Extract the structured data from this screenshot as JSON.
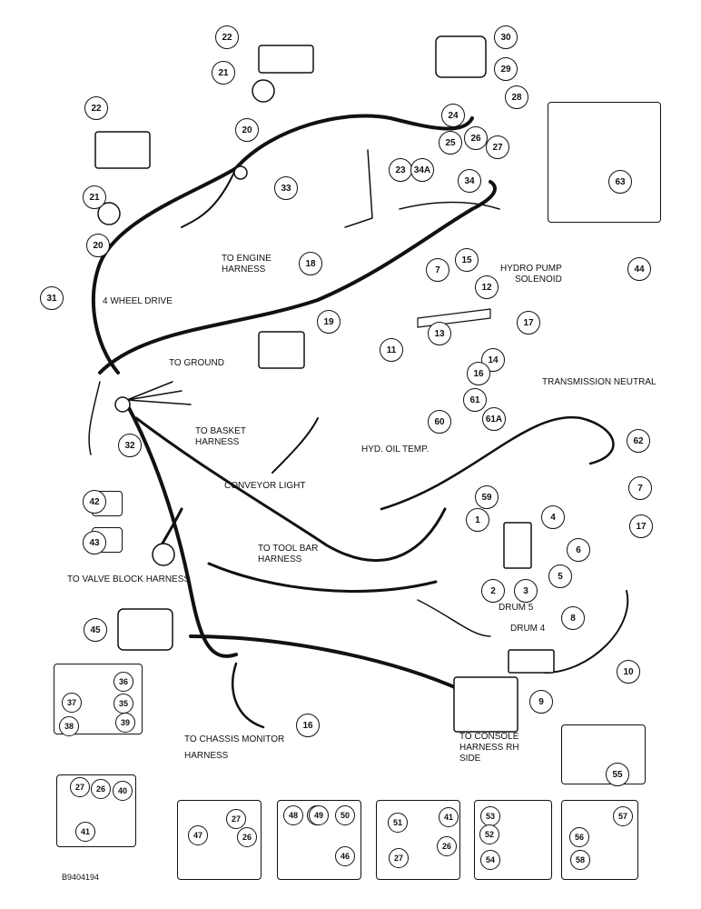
{
  "labels": {
    "to_engine_harness": "TO ENGINE\nHARNESS",
    "four_wheel_drive": "4 WHEEL DRIVE",
    "to_ground": "TO GROUND",
    "to_basket_harness": "TO BASKET\nHARNESS",
    "conveyor_light": "CONVEYOR LIGHT",
    "hydro_pump_solenoid": "HYDRO PUMP\nSOLENOID",
    "transmission_neutral": "TRANSMISSION NEUTRAL",
    "hyd_oil_temp": "HYD. OIL TEMP.",
    "to_valve_block_harness": "TO VALVE BLOCK HARNESS",
    "to_tool_bar_harness": "TO TOOL BAR\nHARNESS",
    "drum5": "DRUM 5",
    "drum4": "DRUM 4",
    "to_chassis_monitor_harness": "TO CHASSIS MONITOR\nHARNESS",
    "to_console_harness": "TO CONSOLE\nHARNESS RH\nSIDE",
    "figure_code": "B9404194"
  },
  "callouts": [
    "22",
    "21",
    "20",
    "22",
    "21",
    "20",
    "30",
    "29",
    "28",
    "24",
    "25",
    "26",
    "27",
    "23",
    "33",
    "34A",
    "34",
    "63",
    "44",
    "18",
    "19",
    "31",
    "7",
    "15",
    "12",
    "13",
    "17",
    "11",
    "14",
    "16",
    "61",
    "61A",
    "60",
    "32",
    "62",
    "42",
    "43",
    "59",
    "1",
    "4",
    "7",
    "17",
    "6",
    "5",
    "3",
    "2",
    "45",
    "36",
    "37",
    "35",
    "38",
    "39",
    "16",
    "8",
    "9",
    "10",
    "55",
    "27",
    "26",
    "40",
    "41",
    "46",
    "27",
    "47",
    "26",
    "48",
    "49",
    "50",
    "46",
    "51",
    "41",
    "27",
    "26",
    "53",
    "52",
    "54",
    "57",
    "56",
    "58"
  ]
}
